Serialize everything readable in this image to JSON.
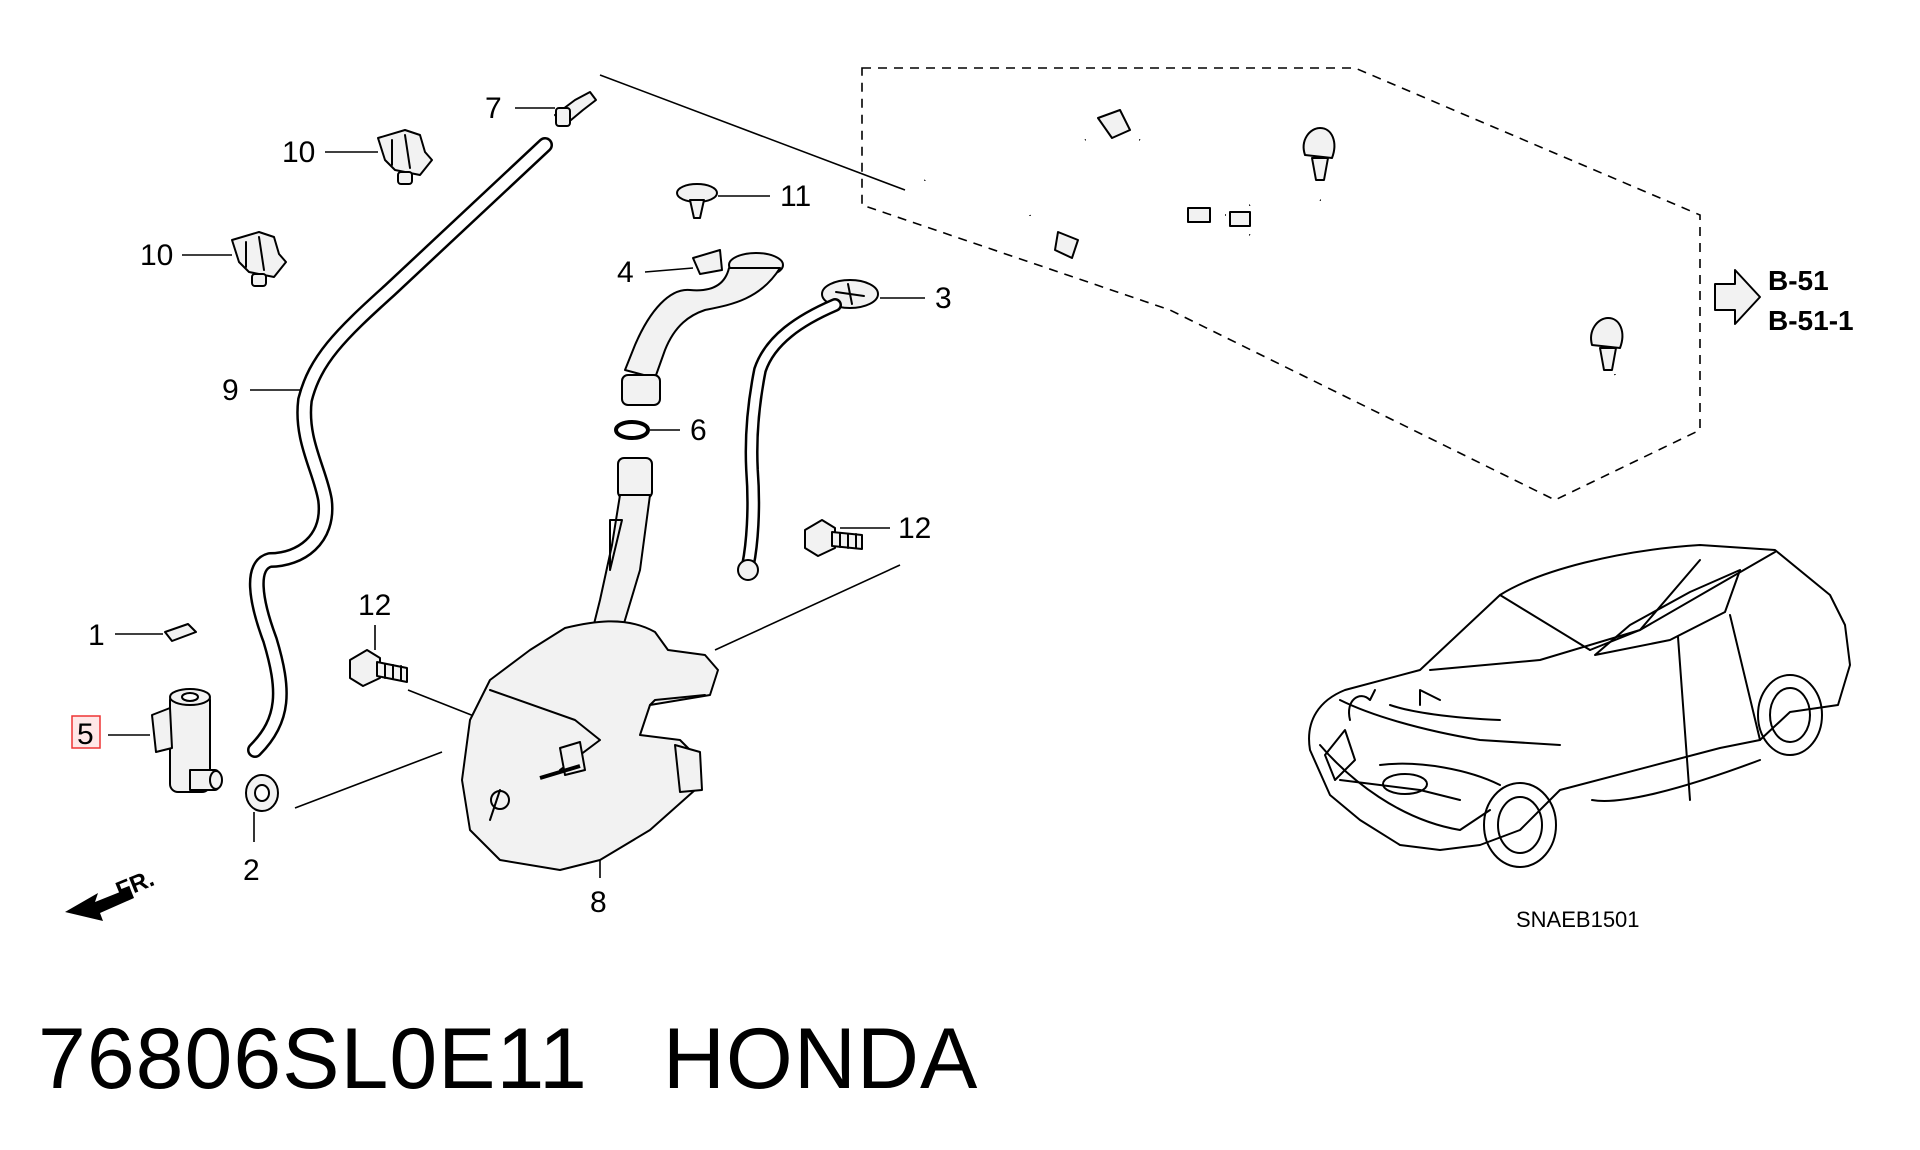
{
  "callouts": {
    "c1": "1",
    "c2": "2",
    "c3": "3",
    "c4": "4",
    "c5": "5",
    "c6": "6",
    "c7": "7",
    "c8": "8",
    "c9": "9",
    "c10a": "10",
    "c10b": "10",
    "c11": "11",
    "c12a": "12",
    "c12b": "12"
  },
  "highlighted_part": "5",
  "references": {
    "ref1": "B-51",
    "ref2": "B-51-1"
  },
  "front_indicator": "FR.",
  "diagram_code": "SNAEB1501",
  "footer": {
    "part_number": "76806SL0E11",
    "brand": "HONDA"
  },
  "colors": {
    "highlight_border": "#e33333",
    "highlight_fill": "#ffe7e7",
    "line": "#000000"
  }
}
